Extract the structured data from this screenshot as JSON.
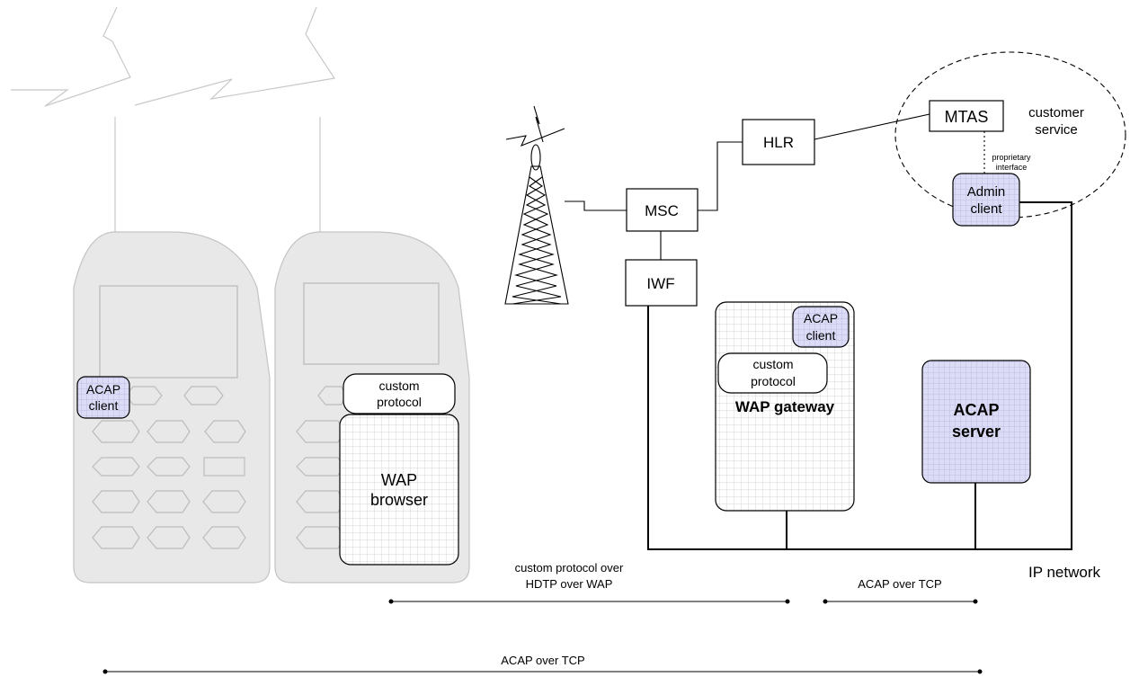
{
  "nodes": {
    "msc": "MSC",
    "hlr": "HLR",
    "iwf": "IWF",
    "mtas": "MTAS",
    "customer_service": [
      "customer",
      "service"
    ],
    "proprietary_interface": [
      "proprietary",
      "interface"
    ],
    "admin_client": [
      "Admin",
      "client"
    ],
    "gateway_acap_client": [
      "ACAP",
      "client"
    ],
    "gateway_custom_protocol": [
      "custom",
      "protocol"
    ],
    "wap_gateway": "WAP gateway",
    "acap_server": [
      "ACAP",
      "server"
    ],
    "phone1_acap_client": [
      "ACAP",
      "client"
    ],
    "phone2_custom_protocol": [
      "custom",
      "protocol"
    ],
    "wap_browser": [
      "WAP",
      "browser"
    ]
  },
  "labels": {
    "ip_network": "IP network",
    "span_hdtp": [
      "custom protocol over",
      "HDTP over WAP"
    ],
    "span_acap_short": "ACAP over TCP",
    "span_acap_long": "ACAP over TCP"
  },
  "colors": {
    "phone_fill": "#e8e8e8",
    "phone_stroke": "#c4c4c4",
    "acap_fill": "#dcdcf6",
    "grid_line": "#d6d6d6",
    "acap_grid_line": "#bdbde3",
    "line": "#000000"
  }
}
